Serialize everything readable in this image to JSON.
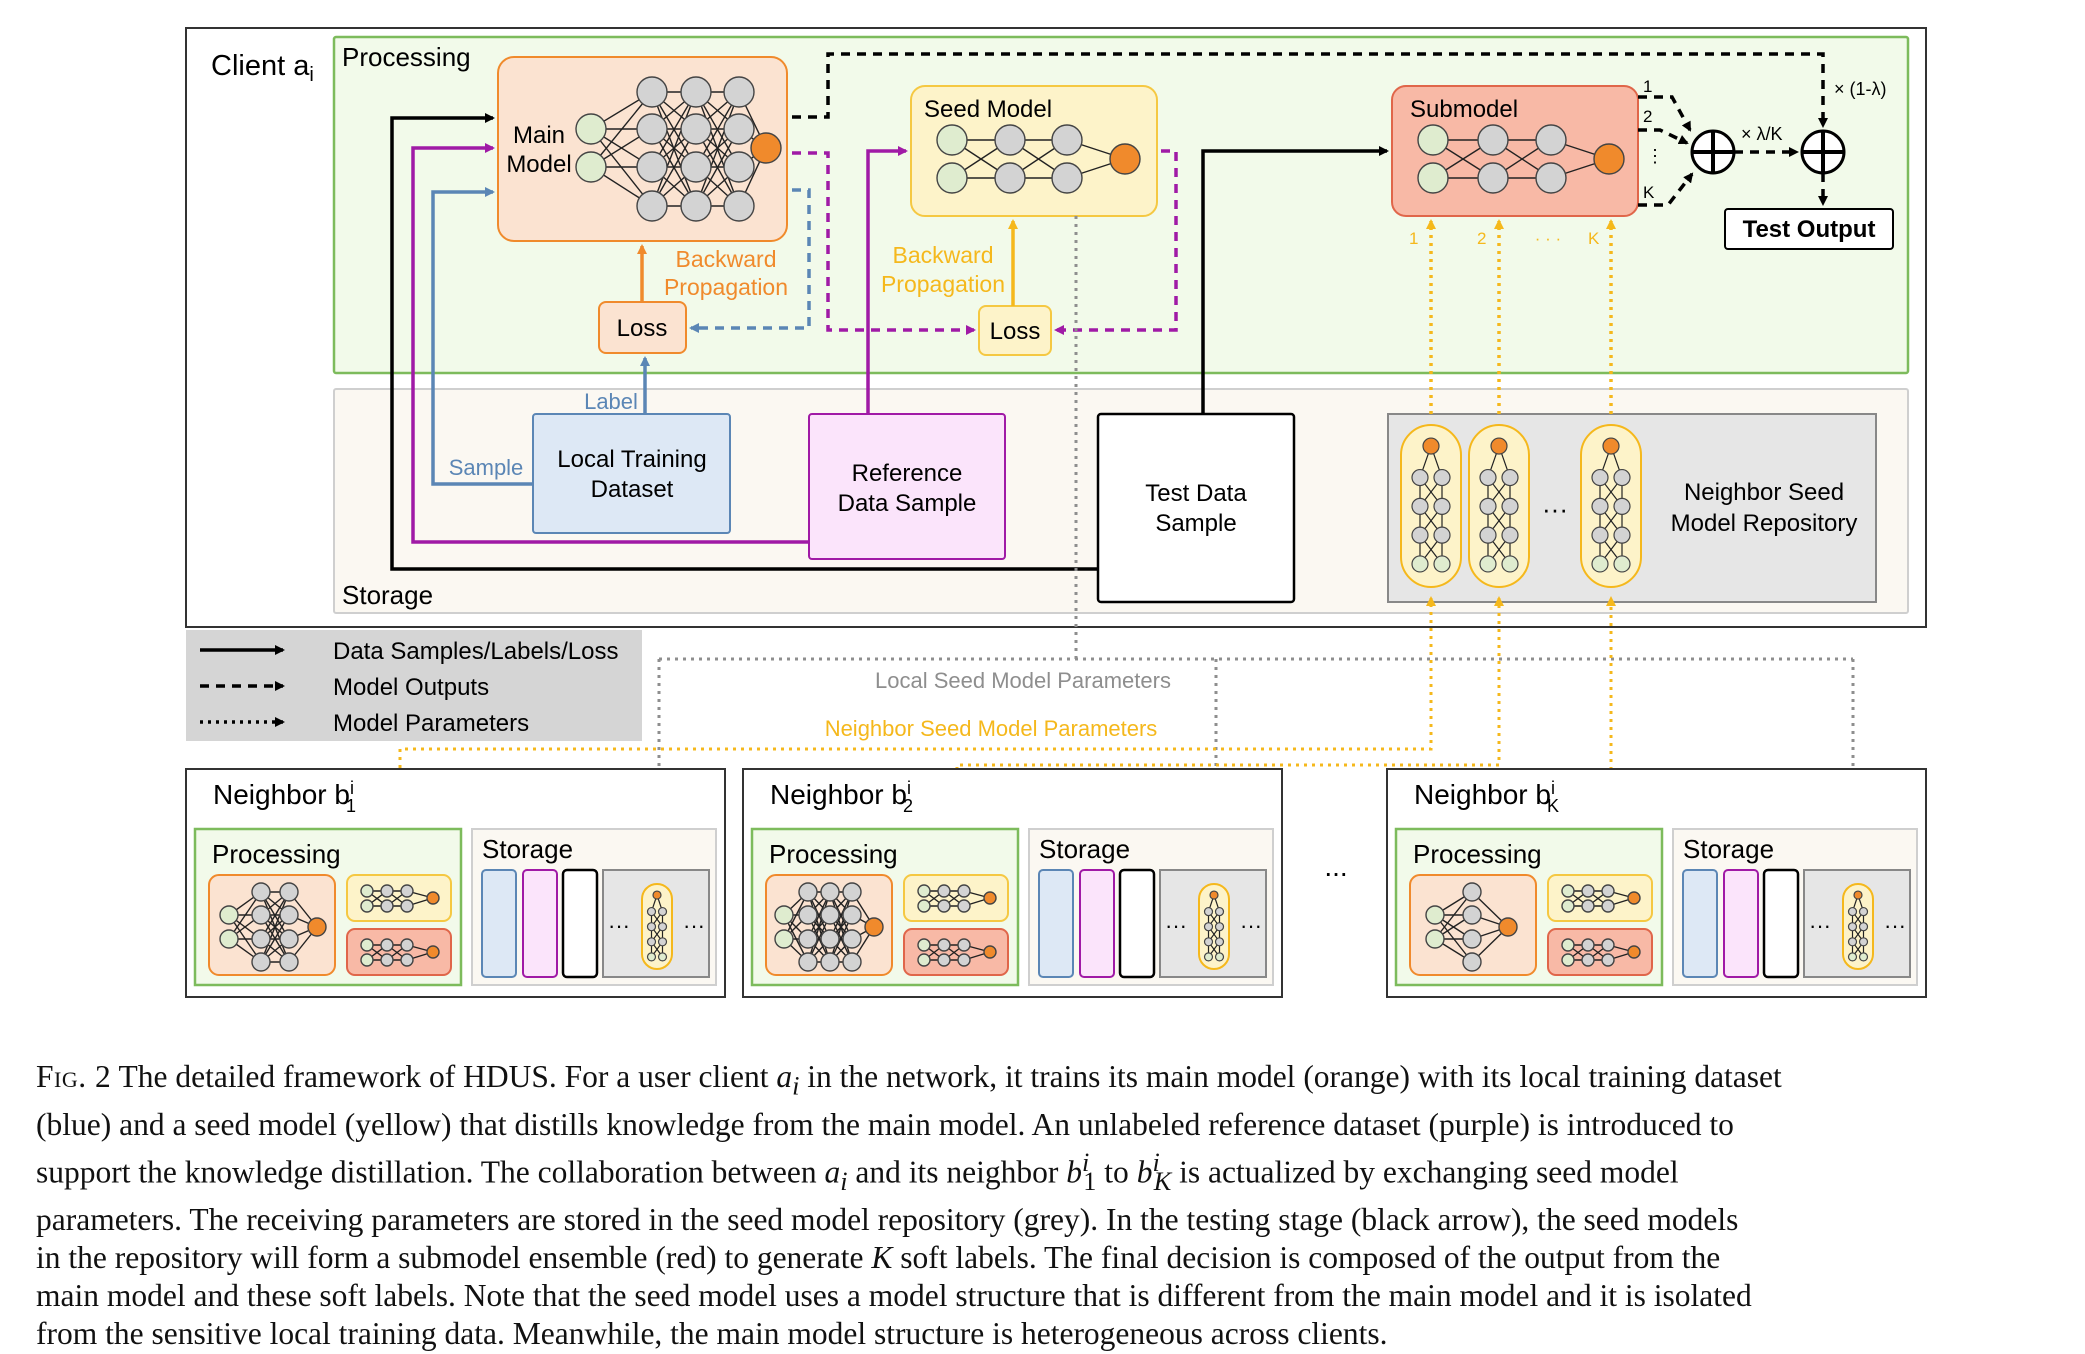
{
  "client": {
    "title": "Client a",
    "title_sub": "i",
    "processing_label": "Processing",
    "storage_label": "Storage",
    "main_model_label_1": "Main",
    "main_model_label_2": "Model",
    "seed_model_label": "Seed Model",
    "submodel_label": "Submodel",
    "loss_label": "Loss",
    "backward_main_1": "Backward",
    "backward_main_2": "Propagation",
    "backward_seed_1": "Backward",
    "backward_seed_2": "Propagation",
    "label_tag": "Label",
    "sample_tag": "Sample",
    "local_training_1": "Local Training",
    "local_training_2": "Dataset",
    "reference_1": "Reference",
    "reference_2": "Data Sample",
    "test_data_1": "Test Data",
    "test_data_2": "Sample",
    "repo_1": "Neighbor Seed",
    "repo_2": "Model Repository",
    "test_output": "Test Output",
    "weight_one_minus_lambda": "× (1-λ)",
    "weight_lambda_over_k": "× λ/K",
    "ensemble_index_1": "1",
    "ensemble_index_2": "2",
    "ensemble_index_dots": "⋮",
    "ensemble_index_k": "K",
    "param_index_1": "1",
    "param_index_2": "2",
    "param_index_dots": "· · ·",
    "param_index_k": "K",
    "repo_dots": "···"
  },
  "legend": {
    "solid": "Data Samples/Labels/Loss",
    "dashed": "Model Outputs",
    "dotted": "Model Parameters"
  },
  "flows": {
    "local_seed_params": "Local Seed Model Parameters",
    "neighbor_seed_params": "Neighbor Seed Model Parameters"
  },
  "neighbors": [
    {
      "title": "Neighbor b",
      "sub": "1",
      "sup": "i",
      "processing": "Processing",
      "storage": "Storage"
    },
    {
      "title": "Neighbor b",
      "sub": "2",
      "sup": "i",
      "processing": "Processing",
      "storage": "Storage"
    },
    {
      "title": "Neighbor b",
      "sub": "K",
      "sup": "i",
      "processing": "Processing",
      "storage": "Storage"
    }
  ],
  "neighbor_gap_dots": "...",
  "neighbor_repo_dots": "···",
  "caption": {
    "fig": "Fig. 2",
    "l1a": "The detailed framework of HDUS. For a user client ",
    "l1b": " in the network, it trains its main model (orange) with its local training dataset",
    "l2": "(blue) and a seed model (yellow) that distills knowledge from the main model. An unlabeled reference dataset (purple) is introduced to",
    "l3a": "support the knowledge distillation. The collaboration between ",
    "l3b": " and its neighbor ",
    "l3c": " to ",
    "l3d": " is actualized by exchanging seed model",
    "l4": "parameters. The receiving parameters are stored in the seed model repository (grey). In the testing stage (black arrow), the seed models",
    "l5a": "in the repository will form a submodel ensemble (red) to generate ",
    "l5b": " soft labels. The final decision is composed of the output from the",
    "l6": "main model and these soft labels. Note that the seed model uses a model structure that is different from the main model and it is isolated",
    "l7": "from the sensitive local training data. Meanwhile, the main model structure is heterogeneous across clients.",
    "sym_ai": "a",
    "sym_ai_sub": "i",
    "sym_b1": "b",
    "sym_b1_sub": "1",
    "sym_b1_sup": "i",
    "sym_bk": "b",
    "sym_bk_sub": "K",
    "sym_bk_sup": "i",
    "sym_k": "K"
  },
  "colors": {
    "black": "#000000",
    "purple": "#a01aa6",
    "blue": "#5b86b5",
    "orange": "#f08a2c",
    "yellow": "#f5b81c",
    "grey": "#8e8e8e",
    "processing_bg": "#f2faea",
    "processing_border": "#7dbb5c",
    "storage_bg": "#fbf8f2",
    "main_model_fill": "#fbe3d1",
    "seed_model_fill": "#fdf3c9",
    "submodel_fill": "#f8b9a6",
    "dataset_fill": "#dde8f5",
    "reference_fill": "#fbe4fb",
    "repo_fill": "#e6e6e6",
    "legend_fill": "#d5d5d5"
  }
}
